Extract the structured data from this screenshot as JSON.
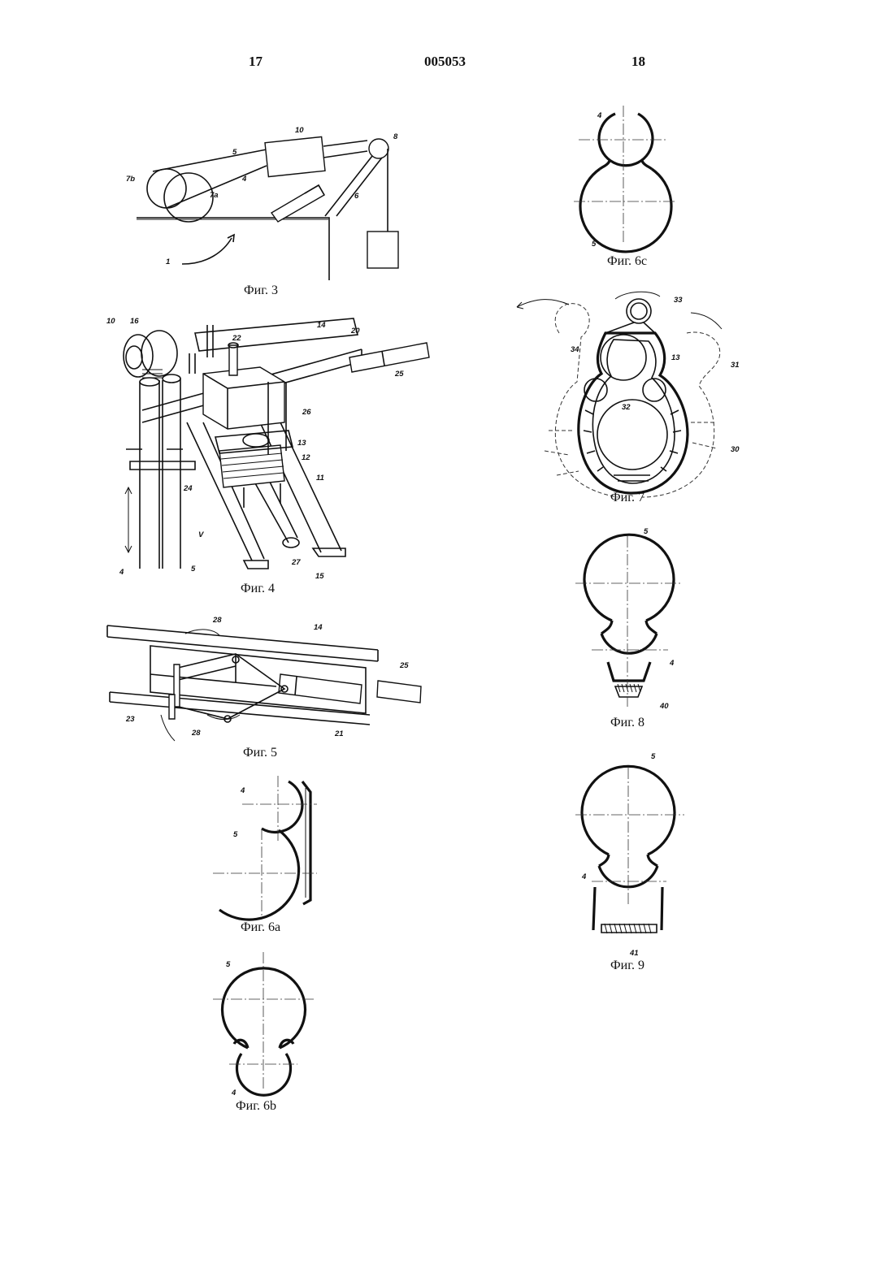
{
  "header": {
    "page_left": "17",
    "patent_number": "005053",
    "page_right": "18"
  },
  "figures": {
    "fig3": {
      "caption": "Фиг. 3",
      "labels": [
        "10",
        "8",
        "5",
        "4",
        "7b",
        "7a",
        "6",
        "1"
      ]
    },
    "fig4": {
      "caption": "Фиг. 4",
      "labels": [
        "10",
        "16",
        "22",
        "14",
        "20",
        "25",
        "26",
        "13",
        "12",
        "11",
        "24",
        "V",
        "27",
        "15",
        "4",
        "5"
      ]
    },
    "fig5": {
      "caption": "Фиг. 5",
      "labels": [
        "28",
        "14",
        "25",
        "23",
        "28",
        "21"
      ]
    },
    "fig6a": {
      "caption": "Фиг. 6a",
      "labels": [
        "4",
        "5"
      ]
    },
    "fig6b": {
      "caption": "Фиг. 6b",
      "labels": [
        "5",
        "4"
      ]
    },
    "fig6c": {
      "caption": "Фиг. 6c",
      "labels": [
        "4",
        "5"
      ]
    },
    "fig7": {
      "caption": "Фиг. 7",
      "labels": [
        "33",
        "34",
        "13",
        "31",
        "32",
        "30"
      ]
    },
    "fig8": {
      "caption": "Фиг. 8",
      "labels": [
        "5",
        "4",
        "40"
      ]
    },
    "fig9": {
      "caption": "Фиг. 9",
      "labels": [
        "5",
        "4",
        "41"
      ]
    }
  }
}
